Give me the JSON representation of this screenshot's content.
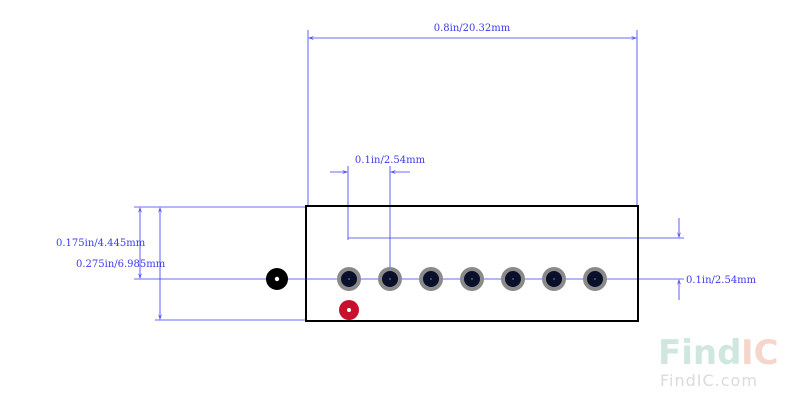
{
  "dimensions": {
    "total_width": "0.8in/20.32mm",
    "pin_pitch": "0.1in/2.54mm",
    "row_offset_top": "0.175in/4.445mm",
    "body_height": "0.275in/6.985mm",
    "right_offset": "0.1in/2.54mm"
  },
  "pins": {
    "row_count": 7,
    "colors": {
      "pad_ring": "#8a8a8a",
      "drill": "#0a0f2a",
      "marker": "#000000",
      "pin1": "#c8102e"
    }
  },
  "colors": {
    "dimension": "#3a3af0",
    "outline": "#000000"
  },
  "watermark": {
    "logo_part1": "Find",
    "logo_part2": "IC",
    "url": "FindIC.com",
    "color1": "#cfe7df",
    "color2": "#f6d6cc"
  }
}
